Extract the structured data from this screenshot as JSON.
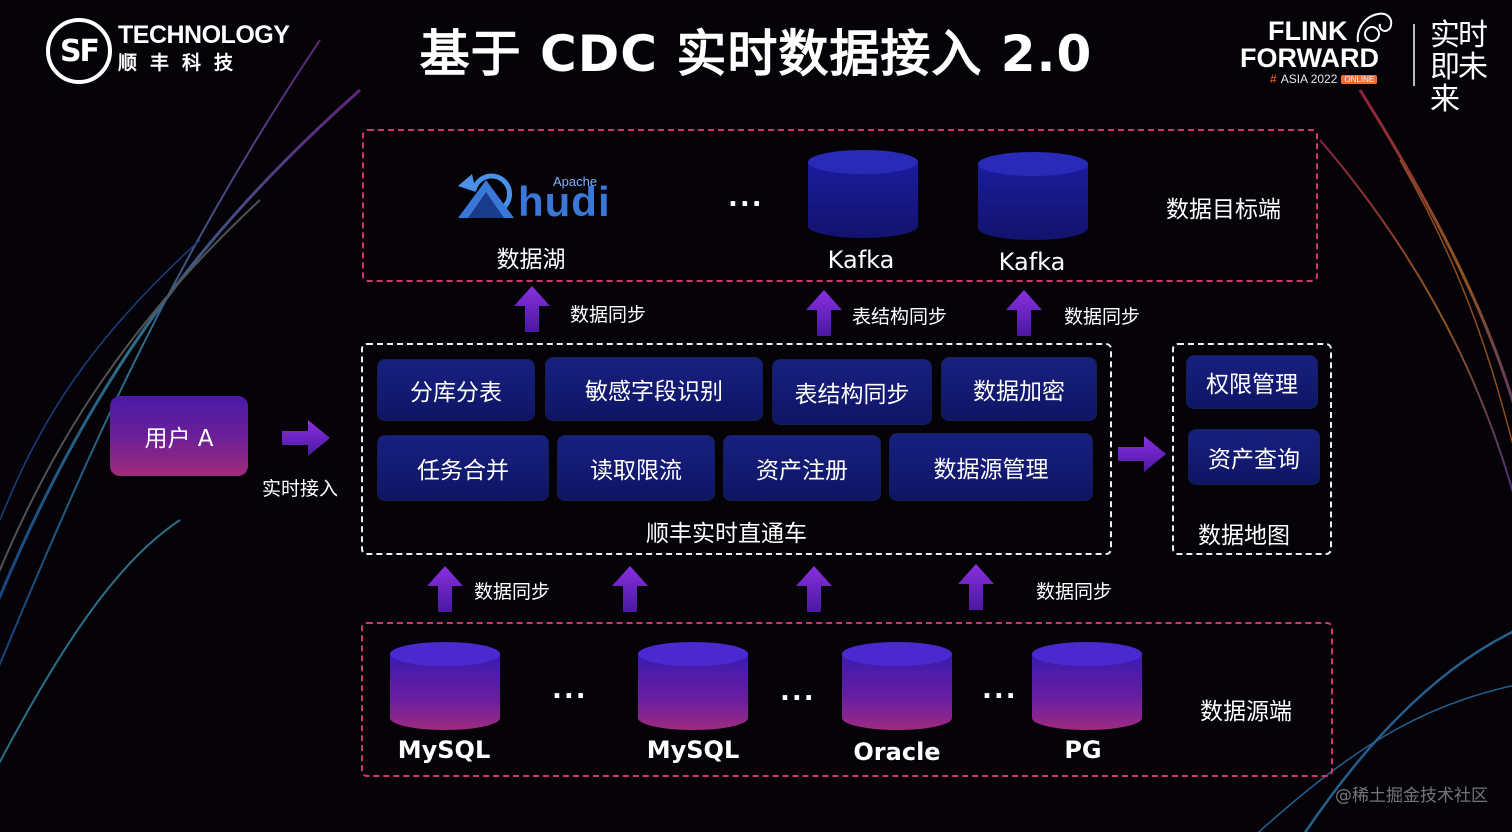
{
  "header": {
    "logo_mark": "SF",
    "logo_title": "TECHNOLOGY",
    "logo_subtitle": "顺丰科技",
    "title": "基于 CDC 实时数据接入 2.0",
    "ff_line1": "FLINK",
    "ff_line2": "FORWARD",
    "ff_hash": "#",
    "ff_event": "ASIA 2022",
    "ff_badge": "ONLINE",
    "ff_cn": "实时即未来"
  },
  "targets": {
    "section_label": "数据目标端",
    "hudi_apache": "Apache",
    "hudi_name": "hudi",
    "hudi_label": "数据湖",
    "dots": "...",
    "kafka1": "Kafka",
    "kafka2": "Kafka"
  },
  "sync_labels": {
    "top_left": "数据同步",
    "top_mid": "表结构同步",
    "top_right": "数据同步",
    "bottom_left": "数据同步",
    "bottom_right": "数据同步"
  },
  "user": {
    "label": "用户 A",
    "ingest_label": "实时接入"
  },
  "platform": {
    "name": "顺丰实时直通车",
    "row1": [
      "分库分表",
      "敏感字段识别",
      "表结构同步",
      "数据加密"
    ],
    "row2": [
      "任务合并",
      "读取限流",
      "资产注册",
      "数据源管理"
    ]
  },
  "data_map": {
    "name": "数据地图",
    "items": [
      "权限管理",
      "资产查询"
    ]
  },
  "sources": {
    "section_label": "数据源端",
    "db1": "MySQL",
    "db2": "MySQL",
    "db3": "Oracle",
    "db4": "PG",
    "dots": "..."
  },
  "watermark": "@稀土掘金技术社区",
  "colors": {
    "pink_dash": "#d2356f",
    "button_blue": "#182080",
    "arrow_purple": "#7a2ad0"
  }
}
